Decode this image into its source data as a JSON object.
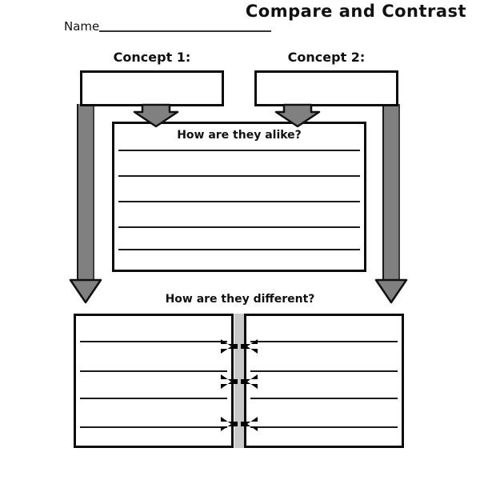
{
  "page": {
    "title": "Compare and Contrast",
    "background_color": "#ffffff",
    "ink_color": "#111111",
    "gray_accent": "#808080",
    "divider_color": "#c9c9c9"
  },
  "name_field": {
    "label": "Name",
    "value": "",
    "placeholder": ""
  },
  "concepts": [
    {
      "label": "Concept 1:",
      "value": ""
    },
    {
      "label": "Concept 2:",
      "value": ""
    }
  ],
  "alike_section": {
    "title": "How are they alike?",
    "line_count": 5,
    "lines": [
      "",
      "",
      "",
      "",
      ""
    ]
  },
  "different_section": {
    "title": "How are they different?",
    "columns": [
      {
        "name": "concept-1-differences",
        "line_count": 4,
        "lines": [
          "",
          "",
          "",
          ""
        ]
      },
      {
        "name": "concept-2-differences",
        "line_count": 4,
        "lines": [
          "",
          "",
          "",
          ""
        ]
      }
    ],
    "compare_arrow_count": 3
  },
  "icons": {
    "down_arrow": "arrow-down-icon",
    "double_arrow": "arrow-left-right-icon"
  }
}
